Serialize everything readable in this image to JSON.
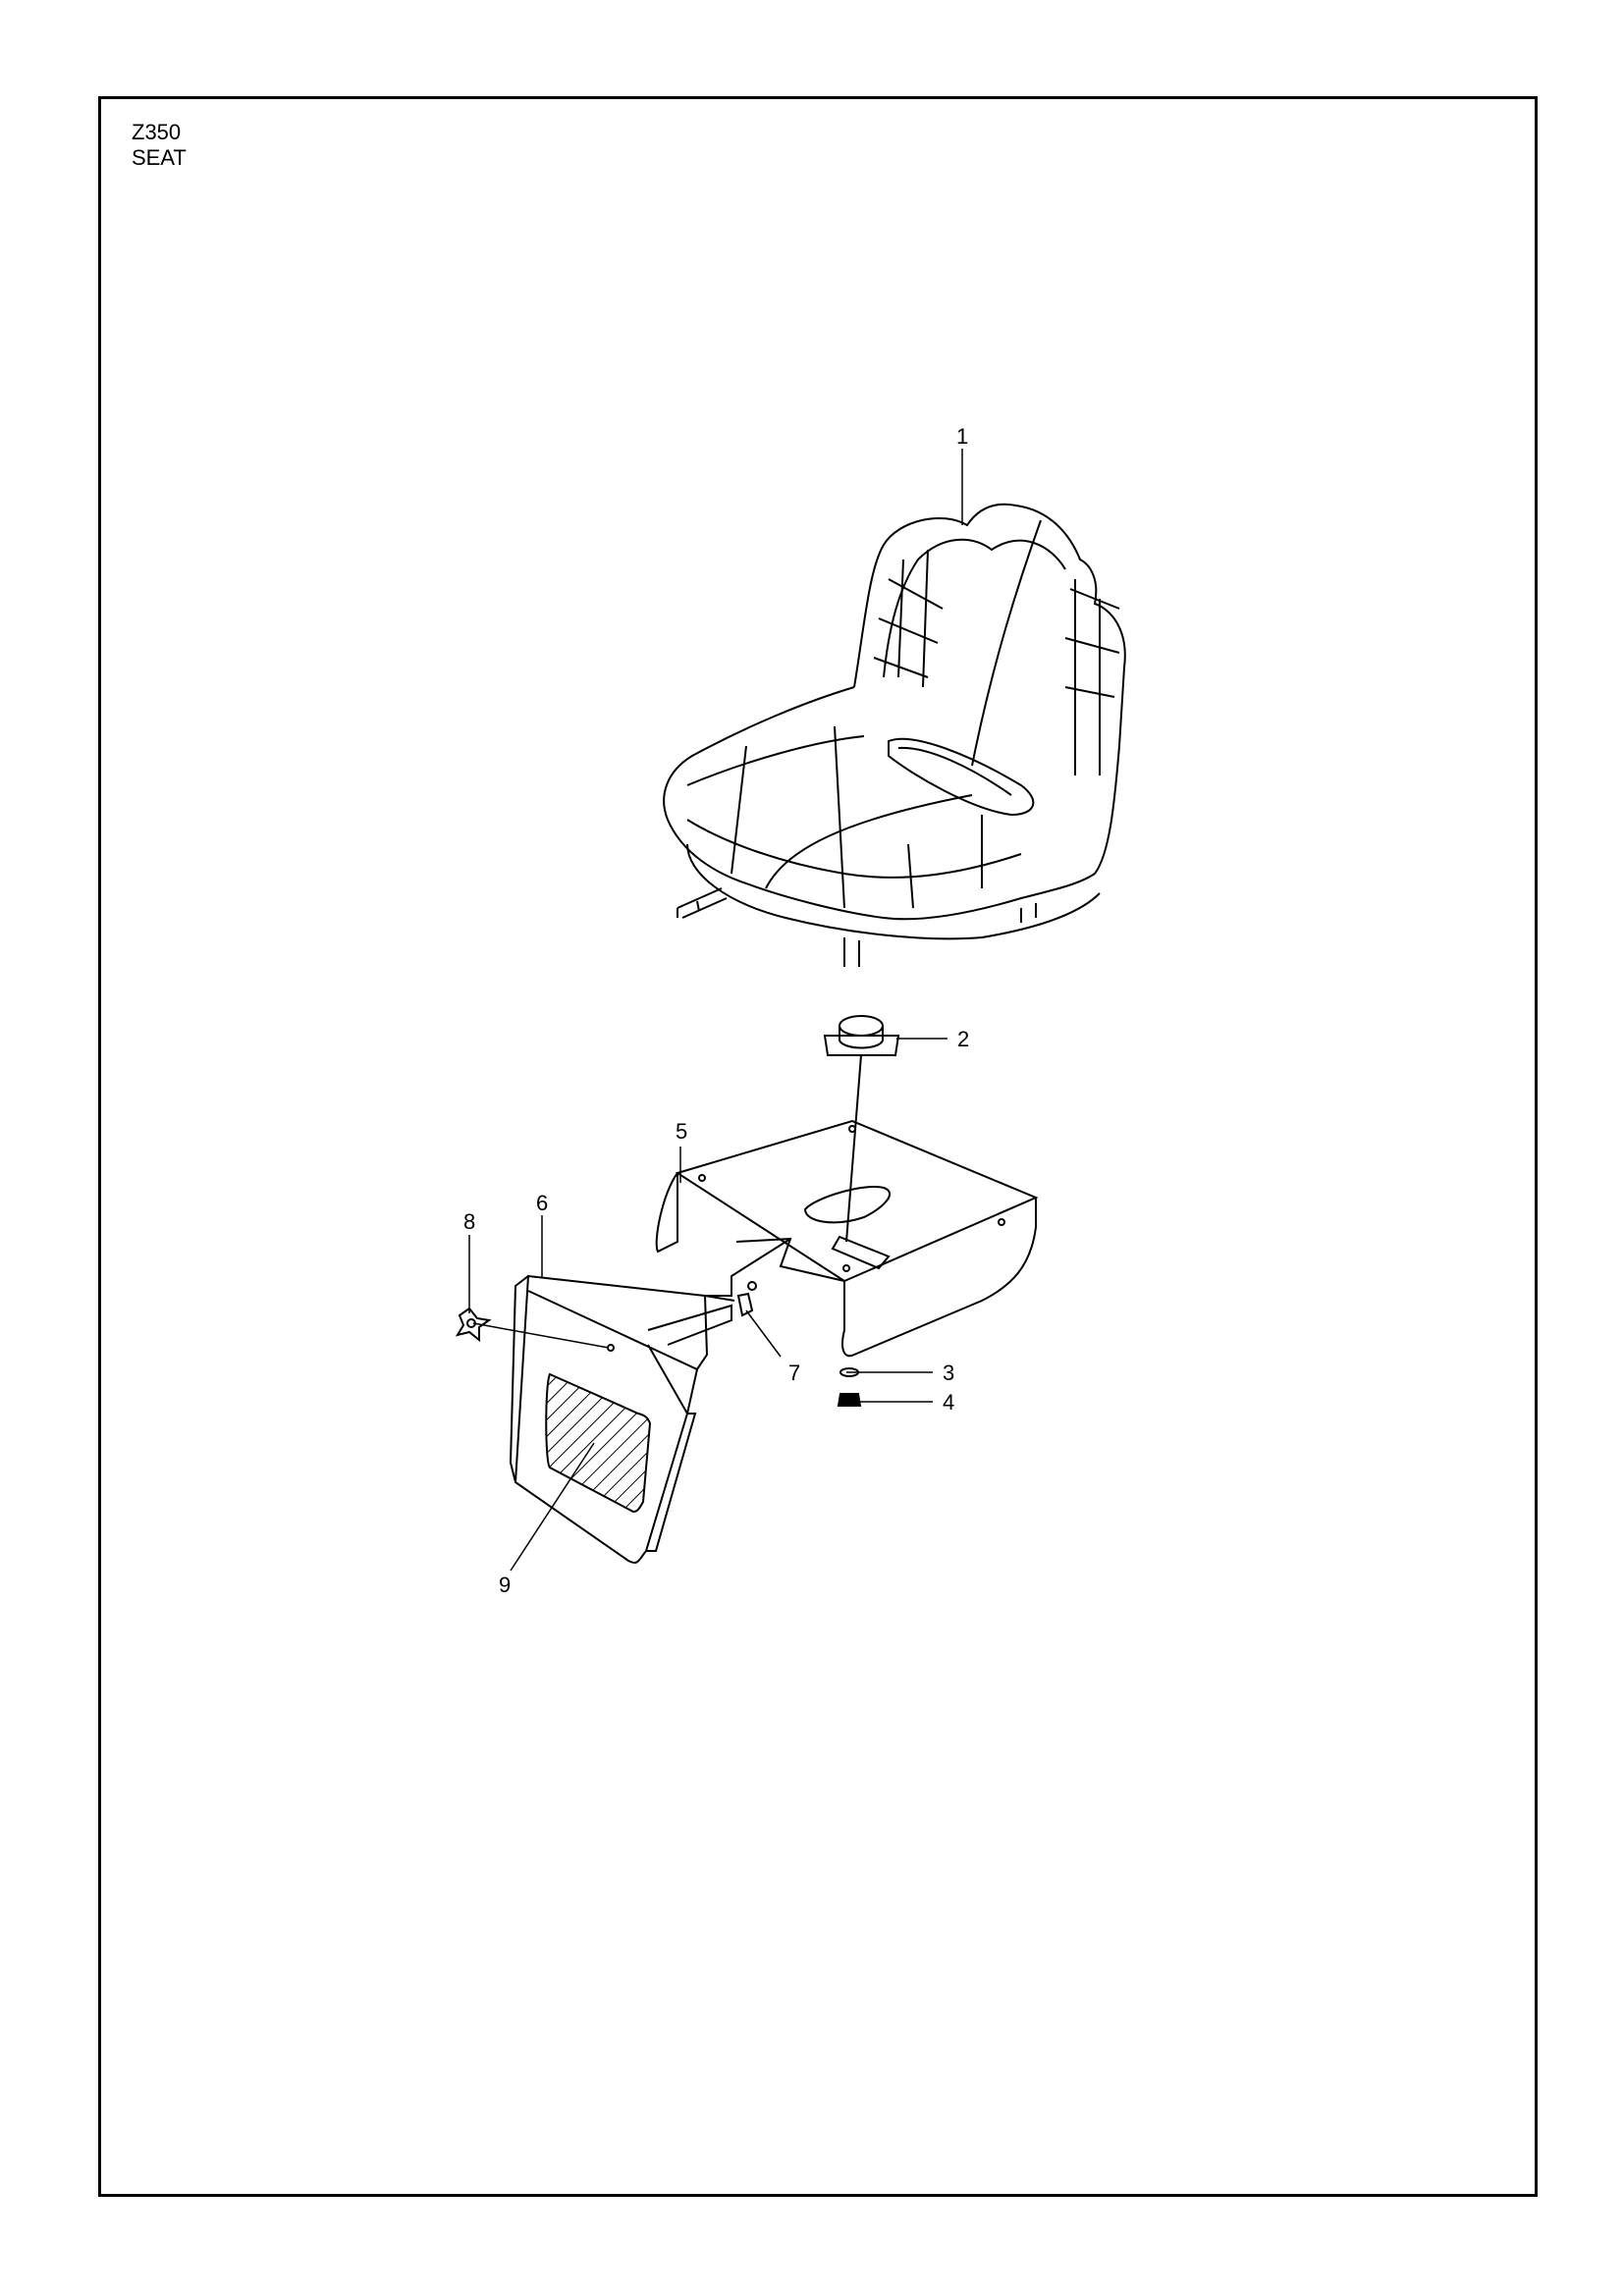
{
  "header": {
    "model": "Z350",
    "section": "SEAT"
  },
  "callouts": [
    {
      "id": "c1",
      "label": "1"
    },
    {
      "id": "c2",
      "label": "2"
    },
    {
      "id": "c3",
      "label": "3"
    },
    {
      "id": "c4",
      "label": "4"
    },
    {
      "id": "c5",
      "label": "5"
    },
    {
      "id": "c6",
      "label": "6"
    },
    {
      "id": "c7",
      "label": "7"
    },
    {
      "id": "c8",
      "label": "8"
    },
    {
      "id": "c9",
      "label": "9"
    }
  ],
  "colors": {
    "line": "#000000",
    "background": "#ffffff"
  }
}
